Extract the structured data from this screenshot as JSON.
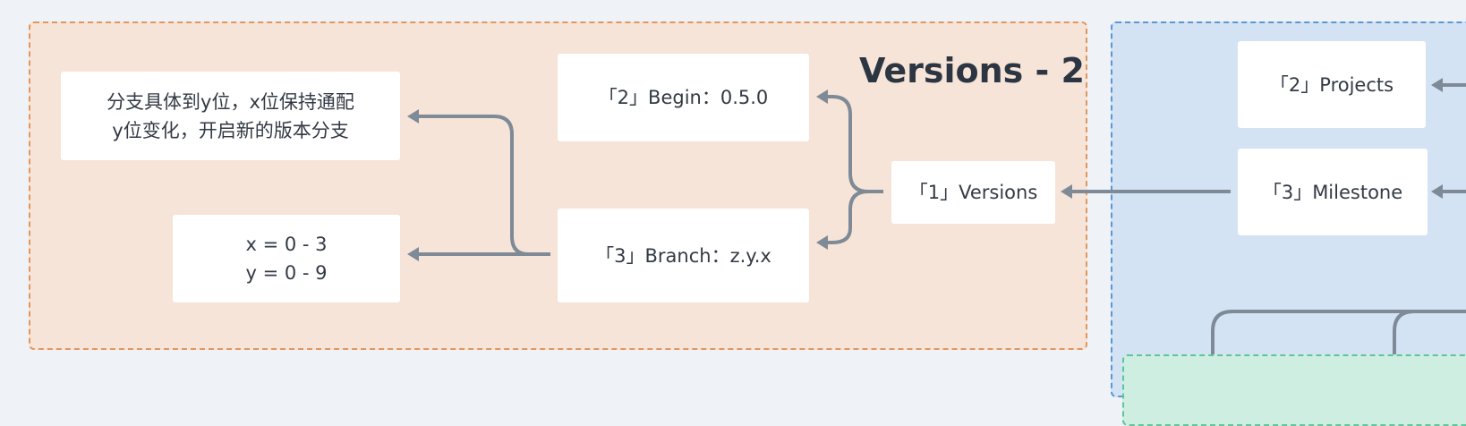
{
  "diagram": {
    "title": "Versions - 2",
    "nodes": {
      "versions": "「1」Versions",
      "begin": "「2」Begin：0.5.0",
      "branch": "「3」Branch：z.y.x",
      "branch_note": "分支具体到y位，x位保持通配\ny位变化，开启新的版本分支",
      "range": "x = 0 - 3\ny = 0 - 9",
      "projects": "「2」Projects",
      "milestone": "「3」Milestone"
    },
    "colors": {
      "versions_frame_fill": "#f7e4d8",
      "versions_frame_border": "#e0975e",
      "projects_frame_fill": "#d3e3f4",
      "projects_frame_border": "#5b97d6",
      "bottom_frame_fill": "#cfeee2",
      "bottom_frame_border": "#5fc39b",
      "connector": "#7f8a97",
      "node_fill": "#ffffff"
    }
  }
}
